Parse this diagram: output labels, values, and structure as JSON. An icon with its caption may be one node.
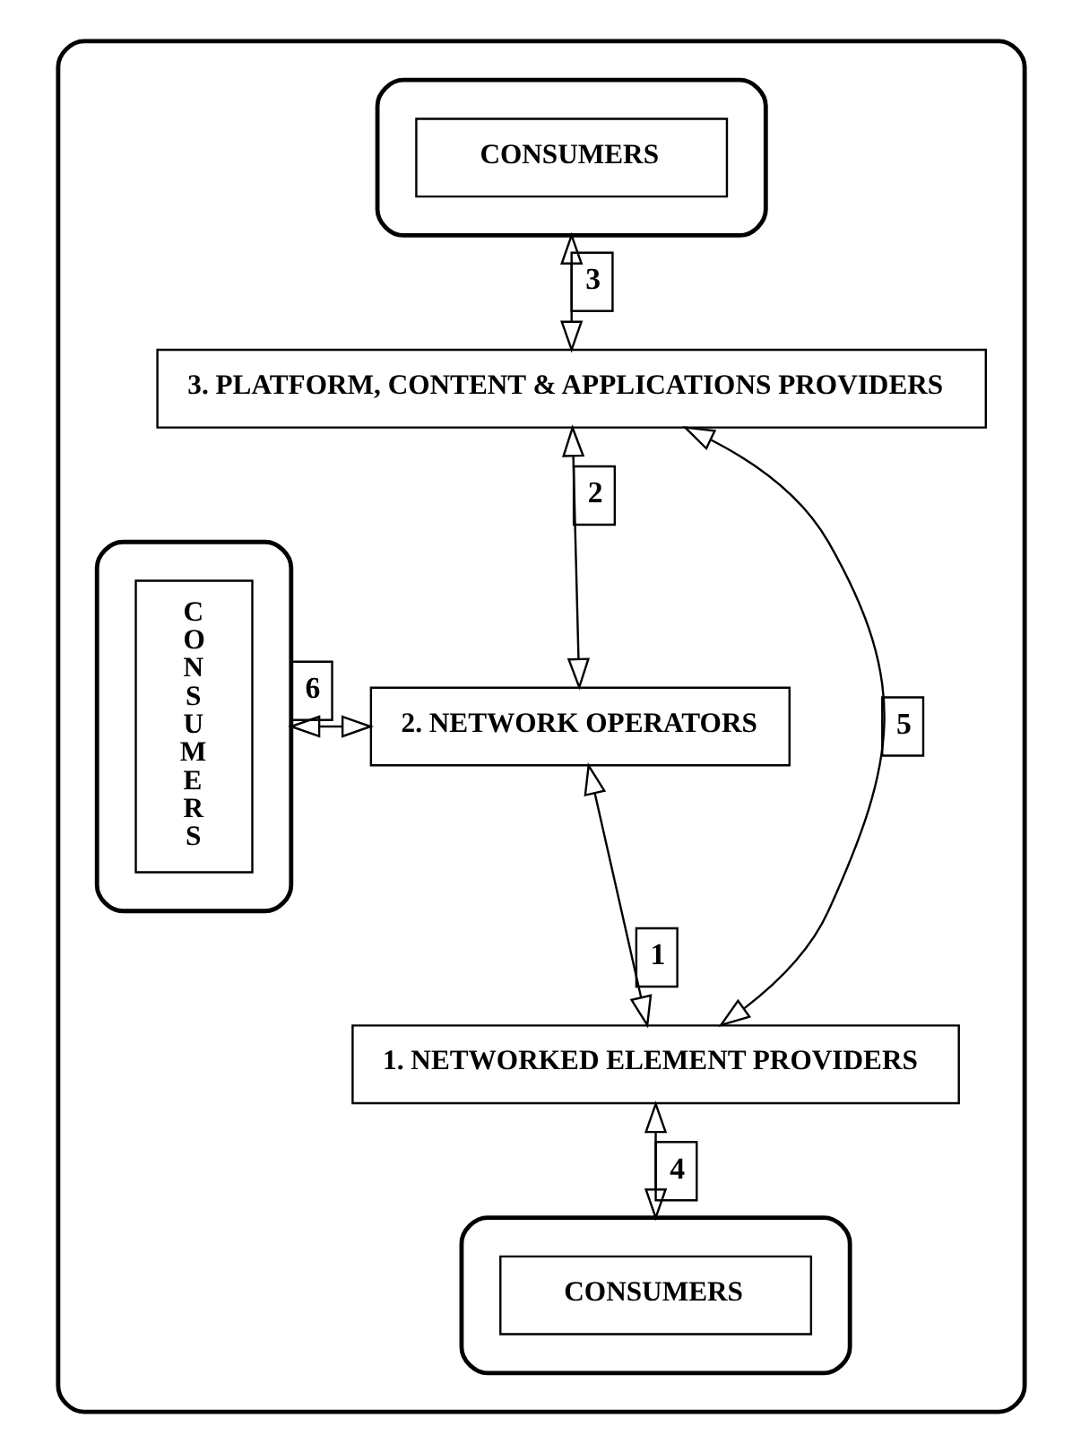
{
  "diagram": {
    "nodes": [
      {
        "text": [],
        "shape": "ellipse"
      },
      {
        "text": [],
        "shape": "ellipse",
        "in": 0
      },
      {
        "text": [
          "CONSUMERS"
        ],
        "in": 1
      },
      {
        "text": [
          "3. PLATFORM, CONTENT & APPLICATIONS PROVIDERS"
        ],
        "in": 0
      },
      {
        "text": [
          "2. NETWORK OPERATORS"
        ],
        "in": 0
      },
      {
        "text": [],
        "shape": "ellipse",
        "in": 0
      },
      {
        "text": [
          "CONSUMERS"
        ],
        "in": 5
      },
      {
        "text": [
          "1. NETWORKED ELEMENT PROVIDERS"
        ],
        "in": 0
      },
      {
        "text": [],
        "shape": "ellipse",
        "in": 0
      },
      {
        "text": [
          "CONSUMERS"
        ],
        "in": 8
      }
    ],
    "edges": [
      {
        "from": 1,
        "to": 3,
        "arrow": "both",
        "label": "3"
      },
      {
        "from": 3,
        "to": 4,
        "arrow": "both",
        "label": "2"
      },
      {
        "from": 4,
        "to": 7,
        "arrow": "both",
        "label": "1"
      },
      {
        "from": 7,
        "to": 8,
        "arrow": "both",
        "label": "4"
      },
      {
        "from": 3,
        "to": 7,
        "arrow": "both",
        "label": "5"
      },
      {
        "from": 4,
        "to": 5,
        "arrow": "both",
        "label": "6"
      }
    ]
  }
}
